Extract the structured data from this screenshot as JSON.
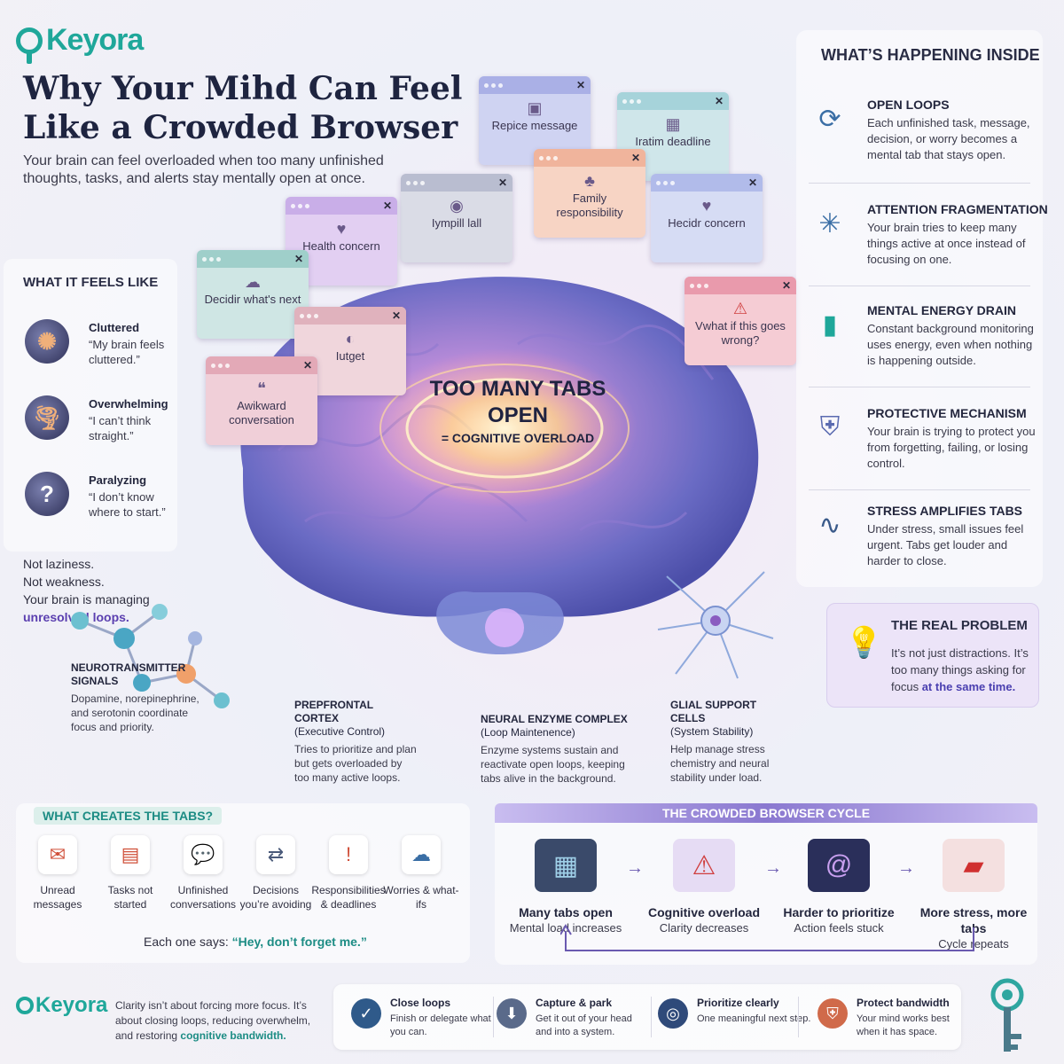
{
  "brand": {
    "name": "Keyora"
  },
  "header": {
    "title": "Why Your Mihd Can Feel Like a Crowded Browser",
    "subtitle": "Your brain can feel overloaded when too many unfinished thoughts, tasks, and alerts stay mentally open at once."
  },
  "center": {
    "title": "TOO MANY TABS OPEN",
    "subtitle": "= COGNITIVE OVERLOAD",
    "tabs": [
      {
        "label": "Repice message"
      },
      {
        "label": "Iratim deadline"
      },
      {
        "label": "Family responsibility"
      },
      {
        "label": "Iympill lall"
      },
      {
        "label": "Hecidr concern"
      },
      {
        "label": "Health concern"
      },
      {
        "label": "Decidir what's next"
      },
      {
        "label": "Vwhat if this goes wrong?"
      },
      {
        "label": "Iutget"
      },
      {
        "label": "Awikward conversation"
      }
    ]
  },
  "left_panel": {
    "heading": "WHAT IT FEELS LIKE",
    "items": [
      {
        "title": "Cluttered",
        "quote": "“My brain feels cluttered.”"
      },
      {
        "title": "Overwhelming",
        "quote": "“I can’t think straight.”"
      },
      {
        "title": "Paralyzing",
        "quote": "“I don’t know where to start.”"
      }
    ],
    "note_lines": [
      "Not laziness.",
      "Not weakness.",
      "Your brain is managing"
    ],
    "note_highlight": "unresolved loops."
  },
  "right_panel": {
    "heading": "WHAT’S HAPPENING INSIDE",
    "items": [
      {
        "icon": "loop-icon",
        "title": "OPEN LOOPS",
        "text": "Each unfinished task, message, decision, or worry becomes a mental tab that stays open."
      },
      {
        "icon": "fragment-icon",
        "title": "ATTENTION FRAGMENTATION",
        "text": "Your brain tries to keep many things active at once instead of focusing on one."
      },
      {
        "icon": "battery-icon",
        "title": "MENTAL ENERGY DRAIN",
        "text": "Constant background monitoring uses energy, even when nothing is happening outside."
      },
      {
        "icon": "shield-icon",
        "title": "PROTECTIVE MECHANISM",
        "text": "Your brain is trying to protect you from forgetting, failing, or losing control."
      },
      {
        "icon": "pulse-icon",
        "title": "STRESS AMPLIFIES TABS",
        "text": "Under stress, small issues feel urgent. Tabs get louder and harder to close."
      }
    ],
    "real_problem": {
      "title": "THE REAL PROBLEM",
      "text": "It’s not just distractions. It’s too many things asking for focus",
      "highlight": "at the same time."
    }
  },
  "annotations": {
    "neuro": {
      "title": "NEUROTRANSMITTER SIGNALS",
      "text": "Dopamine, norepinephrine, and serotonin coordinate focus and priority."
    },
    "prefrontal": {
      "title": "PREPFRONTAL CORTEX",
      "sub": "(Executive Control)",
      "text": "Tries to prioritize and plan but gets overloaded by too many active loops."
    },
    "enzyme": {
      "title": "NEURAL ENZYME COMPLEX",
      "sub": "(Loop Maintenence)",
      "text": "Enzyme systems sustain and reactivate open loops, keeping tabs alive in the background."
    },
    "glial": {
      "title": "GLIAL SUPPORT CELLS",
      "sub": "(System Stability)",
      "text": "Help manage stress chemistry and neural stability under load."
    }
  },
  "creates": {
    "heading": "WHAT CREATES THE TABS?",
    "items": [
      {
        "icon": "envelope-icon",
        "label": "Unread messages"
      },
      {
        "icon": "clipboard-icon",
        "label": "Tasks not started"
      },
      {
        "icon": "chat-icon",
        "label": "Unfinished conversations"
      },
      {
        "icon": "signpost-icon",
        "label": "Decisions you’re avoiding"
      },
      {
        "icon": "alert-icon",
        "label": "Responsibilities & deadlines"
      },
      {
        "icon": "cloud-icon",
        "label": "Worries & what-ifs"
      }
    ],
    "says_prefix": "Each one says:",
    "says_quote": "“Hey, don’t forget me.”"
  },
  "cycle": {
    "heading": "THE CROWDED BROWSER CYCLE",
    "steps": [
      {
        "title": "Many tabs open",
        "text": "Mental load increases"
      },
      {
        "title": "Cognitive overload",
        "text": "Clarity decreases"
      },
      {
        "title": "Harder to prioritize",
        "text": "Action feels stuck"
      },
      {
        "title": "More stress, more tabs",
        "text": "Cycle repeats"
      }
    ]
  },
  "footer": {
    "brand": "Keyora",
    "text": "Clarity isn’t about forcing more focus. It’s about closing loops, reducing overwhelm, and restoring",
    "text_highlight": "cognitive bandwidth.",
    "tips": [
      {
        "title": "Close loops",
        "text": "Finish or delegate what you can."
      },
      {
        "title": "Capture & park",
        "text": "Get it out of your head and into a system."
      },
      {
        "title": "Prioritize clearly",
        "text": "One meaningful next step."
      },
      {
        "title": "Protect bandwidth",
        "text": "Your mind works best when it has space."
      }
    ]
  }
}
